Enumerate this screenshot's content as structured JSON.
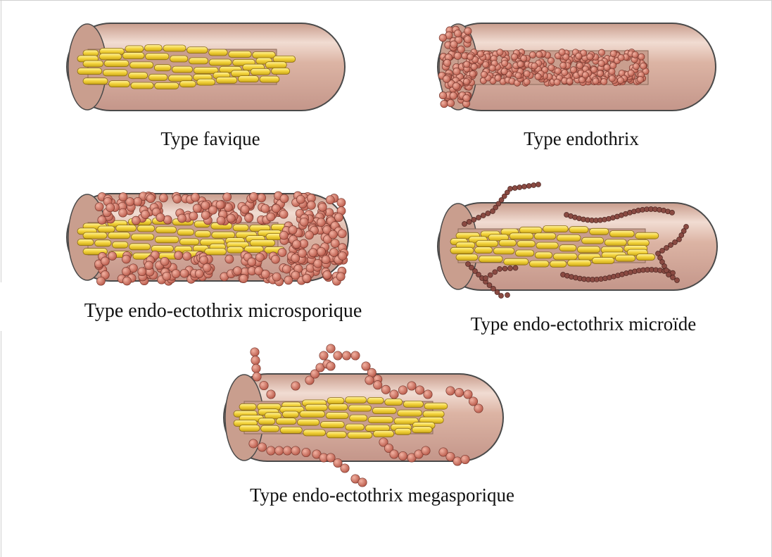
{
  "figure": {
    "captions": {
      "favique": "Type favique",
      "endothrix": "Type endothrix",
      "microsporique": "Type endo-ectothrix microsporique",
      "microide": "Type endo-ectothrix microïde",
      "megasporique": "Type endo-ectothrix megasporique"
    },
    "colors": {
      "hair_shaft": "#d8b0a0",
      "hair_highlight": "#f1dcd2",
      "hair_inner": "#c99e8e",
      "hyphae": "#f2d23a",
      "hyphae_outline": "#8a6a10",
      "spore": "#c86a5a",
      "spore_outline": "#7a3a30",
      "chain_dark": "#7c3e36",
      "outline": "#4a4a4a"
    }
  }
}
